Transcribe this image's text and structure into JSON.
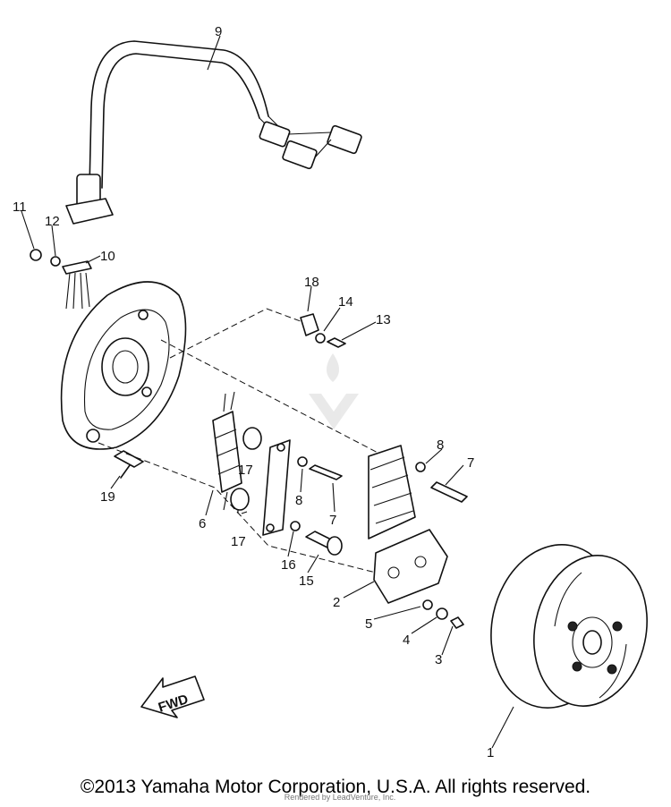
{
  "copyright": "©2013 Yamaha Motor Corporation, U.S.A. All rights reserved.",
  "overlay_text": "Rendered by LeadVenture, Inc.",
  "fwd_label": "FWD",
  "callouts": {
    "c1": "1",
    "c2": "2",
    "c3": "3",
    "c4": "4",
    "c5": "5",
    "c6": "6",
    "c7a": "7",
    "c7b": "7",
    "c8a": "8",
    "c8b": "8",
    "c9": "9",
    "c10": "10",
    "c11": "11",
    "c12": "12",
    "c13": "13",
    "c14": "14",
    "c15": "15",
    "c16": "16",
    "c17a": "17",
    "c17b": "17",
    "c18": "18",
    "c19": "19"
  },
  "colors": {
    "line": "#111111",
    "background": "#ffffff",
    "watermark": "#cccccc"
  }
}
